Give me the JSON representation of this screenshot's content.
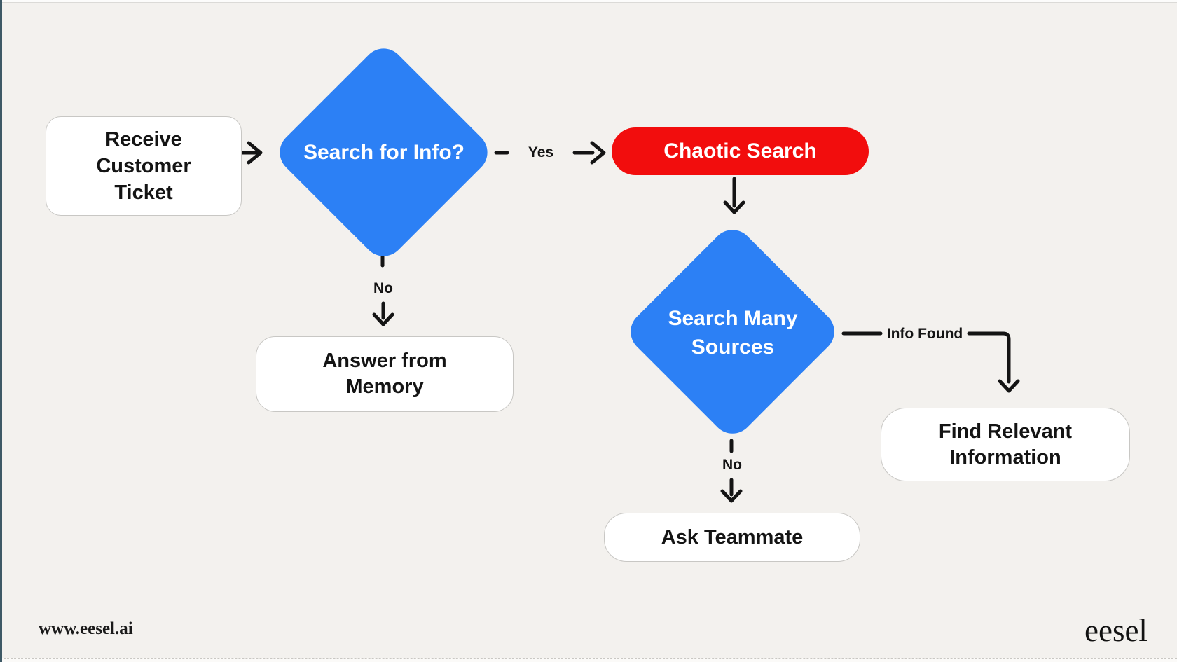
{
  "colors": {
    "bg": "#f3f1ee",
    "blue": "#2c80f5",
    "red": "#f20d0d",
    "ink": "#141414",
    "node-bg": "#ffffff",
    "node-border": "#c8c7c4",
    "edge-left": "#3e5966",
    "top-strip": "#fcfcfb",
    "top-line": "#dbdad7",
    "bottom-strip": "#fbfaf8",
    "bottom-dash": "#c9c7c3"
  },
  "diagram": {
    "type": "flowchart",
    "nodes": {
      "receive": {
        "shape": "rounded-rect",
        "color": "white",
        "label": "Receive\nCustomer\nTicket"
      },
      "search_info": {
        "shape": "diamond",
        "color": "blue",
        "label": "Search for Info?"
      },
      "chaotic": {
        "shape": "pill",
        "color": "red",
        "label": "Chaotic Search"
      },
      "search_many": {
        "shape": "diamond",
        "color": "blue",
        "label": "Search Many\nSources"
      },
      "answer": {
        "shape": "rounded-rect",
        "color": "white",
        "label": "Answer from\nMemory"
      },
      "find": {
        "shape": "rounded-rect",
        "color": "white",
        "label": "Find Relevant\nInformation"
      },
      "ask": {
        "shape": "rounded-rect",
        "color": "white",
        "label": "Ask Teammate"
      }
    },
    "edges": {
      "start": {
        "from": "receive",
        "to": "search_info",
        "label": ""
      },
      "yes": {
        "from": "search_info",
        "to": "chaotic",
        "label": "Yes"
      },
      "no_memory": {
        "from": "search_info",
        "to": "answer",
        "label": "No"
      },
      "to_many": {
        "from": "chaotic",
        "to": "search_many",
        "label": ""
      },
      "info_found": {
        "from": "search_many",
        "to": "find",
        "label": "Info Found"
      },
      "no_ask": {
        "from": "search_many",
        "to": "ask",
        "label": "No"
      }
    }
  },
  "footer": {
    "url": "www.eesel.ai",
    "brand": "eesel"
  }
}
